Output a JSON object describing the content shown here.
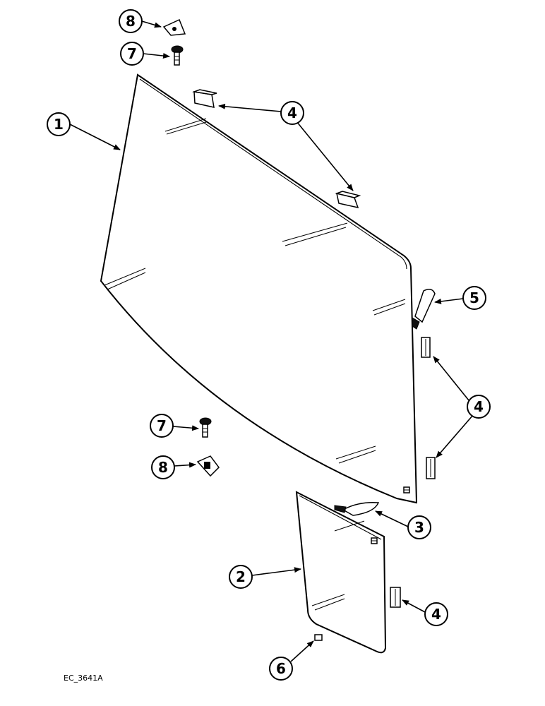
{
  "figure_code": "EC_3641A",
  "callouts": [
    {
      "id": "c8-top",
      "label": "8"
    },
    {
      "id": "c7-top",
      "label": "7"
    },
    {
      "id": "c1",
      "label": "1"
    },
    {
      "id": "c4-top",
      "label": "4"
    },
    {
      "id": "c5",
      "label": "5"
    },
    {
      "id": "c4-right",
      "label": "4"
    },
    {
      "id": "c7-bottom",
      "label": "7"
    },
    {
      "id": "c8-bottom",
      "label": "8"
    },
    {
      "id": "c3",
      "label": "3"
    },
    {
      "id": "c2",
      "label": "2"
    },
    {
      "id": "c4-bottom",
      "label": "4"
    },
    {
      "id": "c6",
      "label": "6"
    }
  ]
}
